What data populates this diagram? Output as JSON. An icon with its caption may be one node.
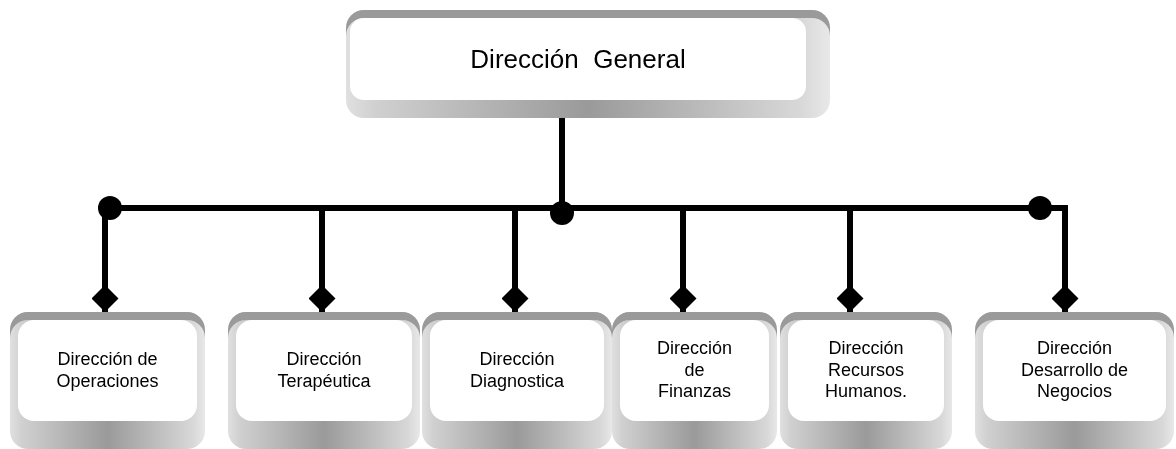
{
  "diagram": {
    "nodes": [
      {
        "text": [
          "Dirección  General"
        ]
      },
      {
        "text": [
          "Dirección de Operaciones"
        ]
      },
      {
        "text": [
          "Dirección Terapéutica"
        ]
      },
      {
        "text": [
          "Dirección Diagnostica"
        ]
      },
      {
        "text": [
          "Dirección de Finanzas"
        ]
      },
      {
        "text": [
          "Dirección Recursos Humanos."
        ]
      },
      {
        "text": [
          "Dirección Desarrollo de Negocios"
        ]
      }
    ],
    "edges": [
      {
        "from": 0,
        "to": 1,
        "arrow": "other"
      },
      {
        "from": 0,
        "to": 2,
        "arrow": "other"
      },
      {
        "from": 0,
        "to": 3,
        "arrow": "other"
      },
      {
        "from": 0,
        "to": 4,
        "arrow": "other"
      },
      {
        "from": 0,
        "to": 5,
        "arrow": "other"
      },
      {
        "from": 0,
        "to": 6,
        "arrow": "other"
      }
    ]
  }
}
